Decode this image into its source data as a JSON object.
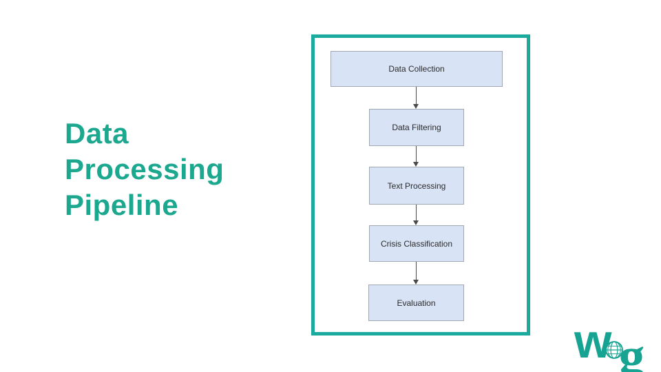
{
  "slide": {
    "title": "Data Processing Pipeline"
  },
  "flowchart": {
    "nodes": [
      {
        "label": "Data Collection"
      },
      {
        "label": "Data Filtering"
      },
      {
        "label": "Text Processing"
      },
      {
        "label": "Crisis Classification"
      },
      {
        "label": "Evaluation"
      }
    ]
  },
  "logo": {
    "letter_w": "w",
    "letter_g": "g",
    "icon": "globe-icon"
  },
  "colors": {
    "title_teal": "#1CA78F",
    "frame_teal": "#1BAB9E",
    "logo_teal": "#17A392",
    "node_fill": "#D8E3F5",
    "node_border": "#A0A7B2",
    "connector": "#4A4A4A",
    "background": "#FFFFFF"
  }
}
